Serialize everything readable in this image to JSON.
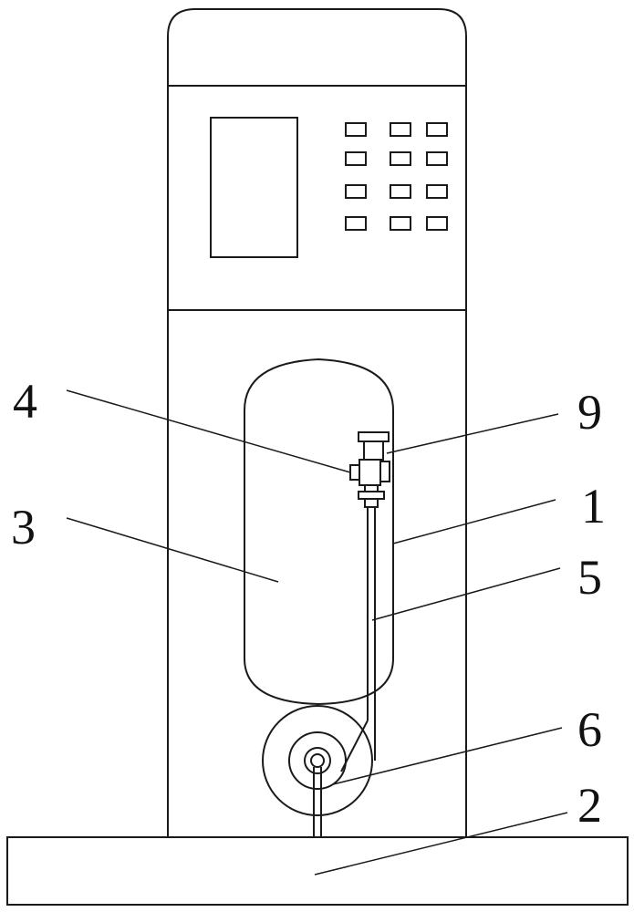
{
  "labels": {
    "part_1": "1",
    "part_2": "2",
    "part_3": "3",
    "part_4": "4",
    "part_5": "5",
    "part_6": "6",
    "part_9": "9"
  },
  "colors": {
    "line": "#1a1a1a",
    "background": "#ffffff"
  }
}
